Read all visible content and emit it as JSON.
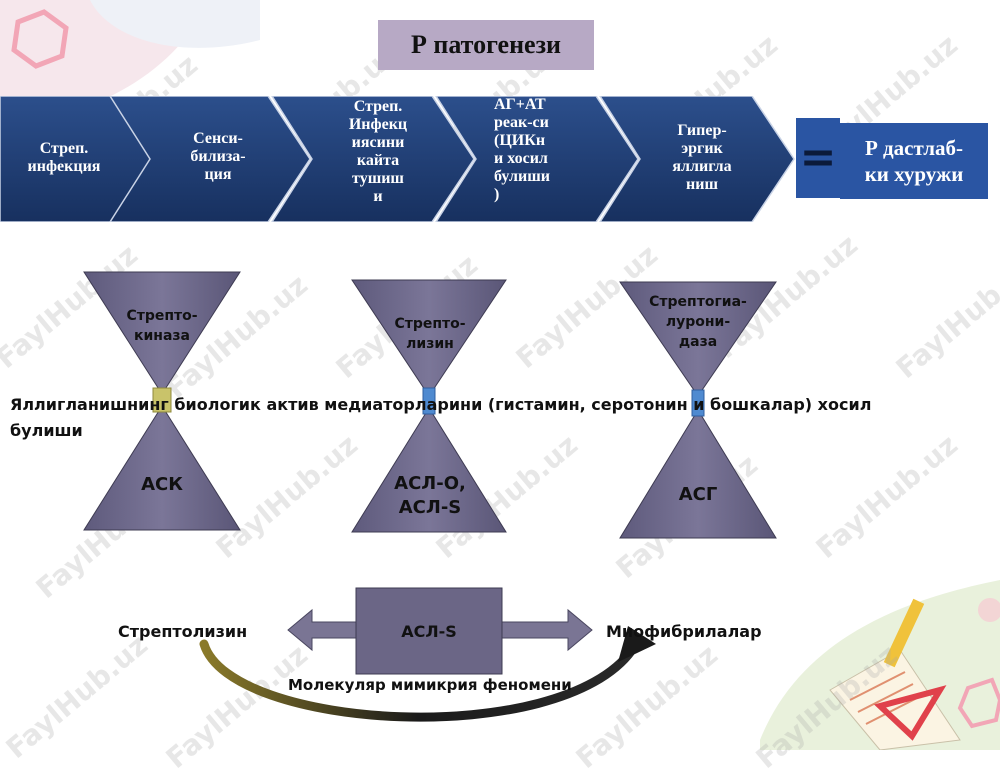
{
  "title": "Р патогенези",
  "chevrons": [
    {
      "label": "Стреп.\nинфекция"
    },
    {
      "label": "Сенси-\nбилиза-\nция"
    },
    {
      "label": "Стреп.\nИнфекц\nиясини\nкайта\nтушиш\nи"
    },
    {
      "label": "АГ+АТ\nреак-си\n(ЦИКн\nи хосил\nбулиши\n)"
    },
    {
      "label": "Гипер-\nэргик\nяллигла\nниш"
    }
  ],
  "equals_sign": "=",
  "result": "Р дастлаб-\nки хуружи",
  "hourglasses": [
    {
      "top": "Стрепто-\nкиназа",
      "bottom": "АСК"
    },
    {
      "top": "Стрепто-\nлизин",
      "bottom": "АСЛ-О,\nАСЛ-S"
    },
    {
      "top": "Стрептогиа-\nлурони-\nдаза",
      "bottom": "АСГ"
    }
  ],
  "main_text": "Яллигланишнинг биологик   актив медиаторларини (гистамин, серотонин и бошкалар) хосил булиши",
  "bottom": {
    "left": "Стрептолизин",
    "center": "АСЛ-S",
    "right": "Миофибрилалар",
    "caption": "Молекуляр мимикрия феномени"
  },
  "watermark": "FaylHub.uz",
  "colors": {
    "chevron": "#1f3f7a",
    "title_bg": "#b7a9c5",
    "result_bg": "#2a55a3",
    "hourglass": "#6b6686",
    "box": "#6b6686",
    "curve": "#8a7a2a"
  }
}
